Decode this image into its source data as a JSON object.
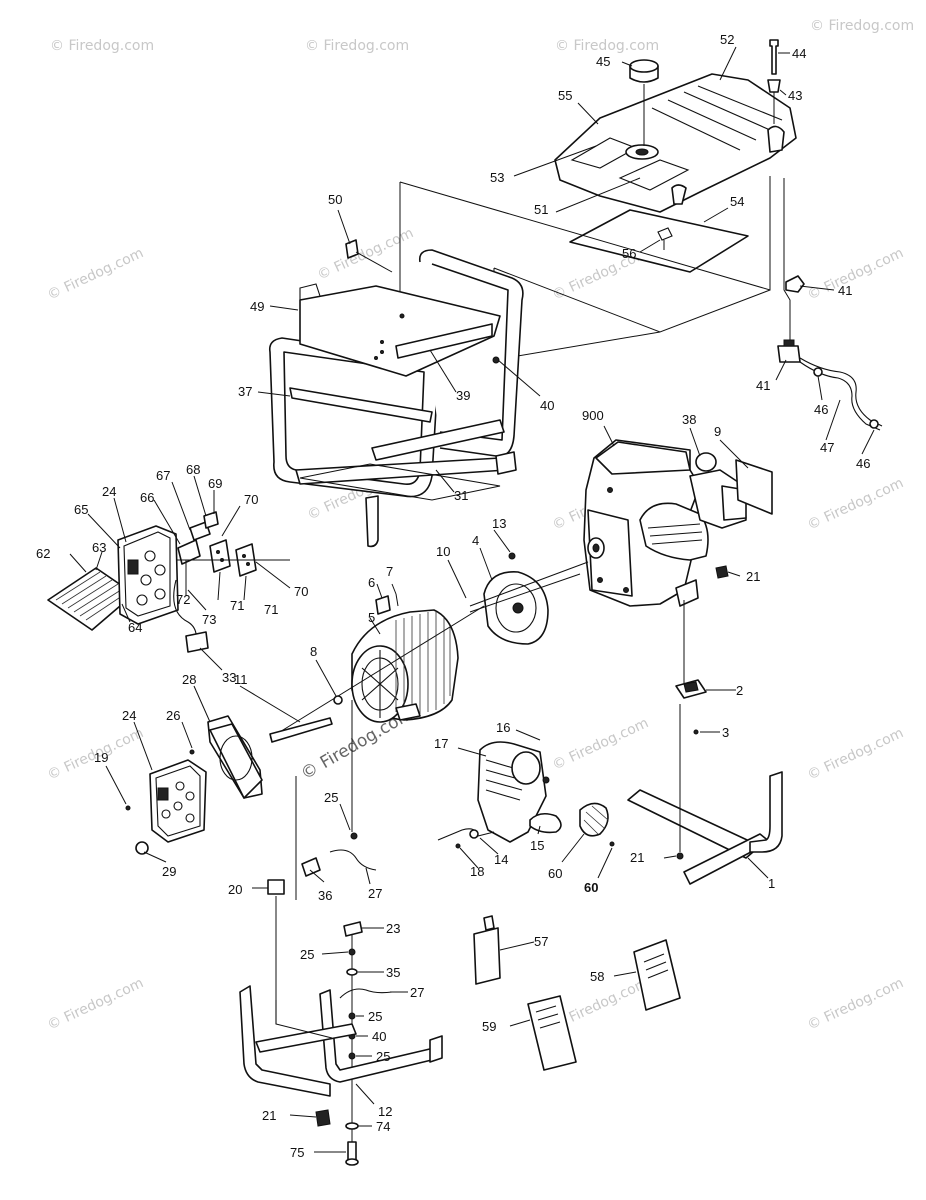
{
  "watermark": "© Firedog.com",
  "callouts": [
    {
      "id": "c44",
      "text": "44"
    },
    {
      "id": "c52",
      "text": "52"
    },
    {
      "id": "c45",
      "text": "45"
    },
    {
      "id": "c43",
      "text": "43"
    },
    {
      "id": "c55",
      "text": "55"
    },
    {
      "id": "c53",
      "text": "53"
    },
    {
      "id": "c51",
      "text": "51"
    },
    {
      "id": "c54",
      "text": "54"
    },
    {
      "id": "c56",
      "text": "56"
    },
    {
      "id": "c41a",
      "text": "41"
    },
    {
      "id": "c50",
      "text": "50"
    },
    {
      "id": "c49",
      "text": "49"
    },
    {
      "id": "c37",
      "text": "37"
    },
    {
      "id": "c39",
      "text": "39"
    },
    {
      "id": "c40a",
      "text": "40"
    },
    {
      "id": "c41b",
      "text": "41"
    },
    {
      "id": "c46a",
      "text": "46"
    },
    {
      "id": "c47",
      "text": "47"
    },
    {
      "id": "c46b",
      "text": "46"
    },
    {
      "id": "c900",
      "text": "900"
    },
    {
      "id": "c38",
      "text": "38"
    },
    {
      "id": "c9",
      "text": "9"
    },
    {
      "id": "c31",
      "text": "31"
    },
    {
      "id": "c67",
      "text": "67"
    },
    {
      "id": "c68",
      "text": "68"
    },
    {
      "id": "c69",
      "text": "69"
    },
    {
      "id": "c24a",
      "text": "24"
    },
    {
      "id": "c66",
      "text": "66"
    },
    {
      "id": "c70a",
      "text": "70"
    },
    {
      "id": "c65",
      "text": "65"
    },
    {
      "id": "c13",
      "text": "13"
    },
    {
      "id": "c62",
      "text": "62"
    },
    {
      "id": "c63",
      "text": "63"
    },
    {
      "id": "c72",
      "text": "72"
    },
    {
      "id": "c10",
      "text": "10"
    },
    {
      "id": "c4",
      "text": "4"
    },
    {
      "id": "c21a",
      "text": "21"
    },
    {
      "id": "c6",
      "text": "6"
    },
    {
      "id": "c7",
      "text": "7"
    },
    {
      "id": "c73",
      "text": "73"
    },
    {
      "id": "c71a",
      "text": "71"
    },
    {
      "id": "c71b",
      "text": "71"
    },
    {
      "id": "c70b",
      "text": "70"
    },
    {
      "id": "c64",
      "text": "64"
    },
    {
      "id": "c5",
      "text": "5"
    },
    {
      "id": "c33",
      "text": "33"
    },
    {
      "id": "c8",
      "text": "8"
    },
    {
      "id": "c28",
      "text": "28"
    },
    {
      "id": "c11",
      "text": "11"
    },
    {
      "id": "c2",
      "text": "2"
    },
    {
      "id": "c24b",
      "text": "24"
    },
    {
      "id": "c26",
      "text": "26"
    },
    {
      "id": "c3",
      "text": "3"
    },
    {
      "id": "c16",
      "text": "16"
    },
    {
      "id": "c17",
      "text": "17"
    },
    {
      "id": "c19",
      "text": "19"
    },
    {
      "id": "c25a",
      "text": "25"
    },
    {
      "id": "c15",
      "text": "15"
    },
    {
      "id": "c14",
      "text": "14"
    },
    {
      "id": "c60a",
      "text": "60"
    },
    {
      "id": "c21b",
      "text": "21"
    },
    {
      "id": "c1",
      "text": "1"
    },
    {
      "id": "c29",
      "text": "29"
    },
    {
      "id": "c18",
      "text": "18"
    },
    {
      "id": "c60b",
      "text": "60"
    },
    {
      "id": "c20",
      "text": "20"
    },
    {
      "id": "c36",
      "text": "36"
    },
    {
      "id": "c27a",
      "text": "27"
    },
    {
      "id": "c23",
      "text": "23"
    },
    {
      "id": "c57",
      "text": "57"
    },
    {
      "id": "c25b",
      "text": "25"
    },
    {
      "id": "c35",
      "text": "35"
    },
    {
      "id": "c58",
      "text": "58"
    },
    {
      "id": "c27b",
      "text": "27"
    },
    {
      "id": "c25c",
      "text": "25"
    },
    {
      "id": "c59",
      "text": "59"
    },
    {
      "id": "c40b",
      "text": "40"
    },
    {
      "id": "c25d",
      "text": "25"
    },
    {
      "id": "c12",
      "text": "12"
    },
    {
      "id": "c21c",
      "text": "21"
    },
    {
      "id": "c74",
      "text": "74"
    },
    {
      "id": "c75",
      "text": "75"
    }
  ]
}
